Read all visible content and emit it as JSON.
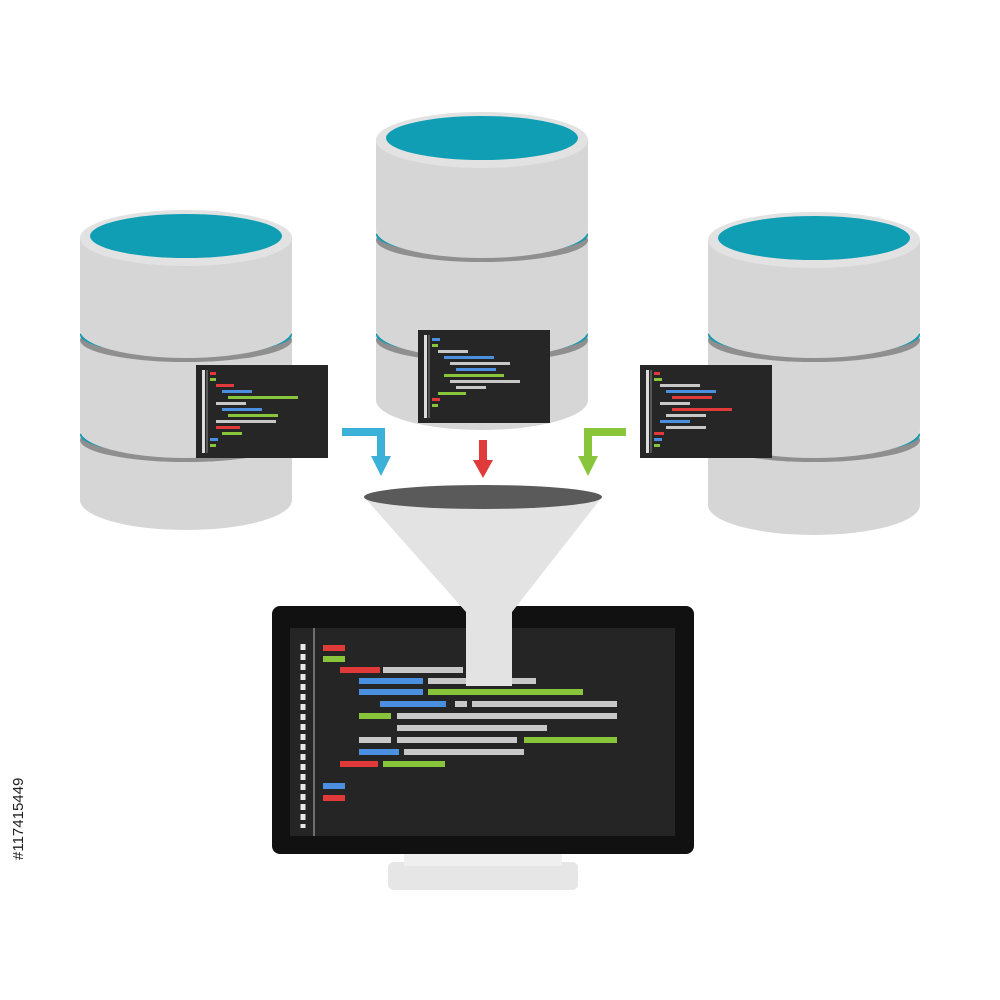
{
  "stock_id": "#117415449",
  "colors": {
    "db_body": "#d6d6d6",
    "db_top_rim": "#e2e2e2",
    "db_top_fill": "#0f9eb3",
    "db_band_teal": "#1a98ad",
    "db_band_dark": "#8f8f8f",
    "panel_bg": "#262626",
    "monitor_bezel": "#111111",
    "monitor_screen": "#252525",
    "monitor_stand": "#e6e6e6",
    "funnel": "#e3e3e3",
    "funnel_mouth": "#5a5a5a",
    "code_red": "#e03a3a",
    "code_blue": "#4a8fe0",
    "code_green": "#88c53a",
    "code_gray": "#c8c8c8",
    "arrow_blue": "#3bb0d8",
    "arrow_red": "#e03a3a",
    "arrow_green": "#88c53a"
  },
  "icons": {
    "databases": [
      "database-icon-left",
      "database-icon-center",
      "database-icon-right"
    ],
    "arrows": [
      "arrow-blue-icon",
      "arrow-red-icon",
      "arrow-green-icon"
    ],
    "funnel": "funnel-icon",
    "monitor": "monitor-icon"
  }
}
